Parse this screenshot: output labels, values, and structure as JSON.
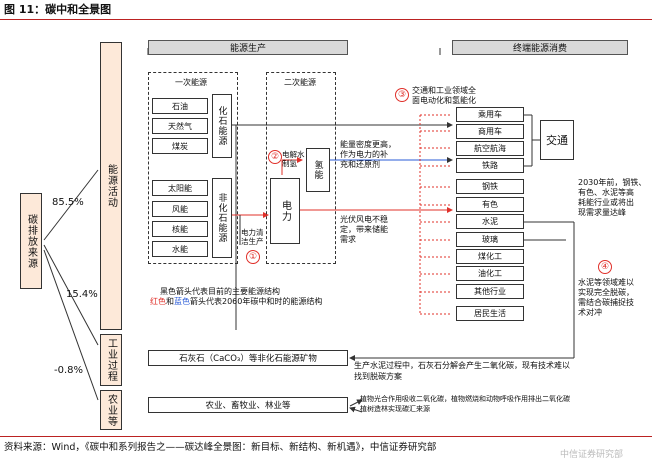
{
  "figure_title": "图 11：碳中和全景图",
  "source_note": "资料来源：Wind，《碳中和系列报告之——碳达峰全景图：新目标、新结构、新机遇》，中信证券研究部",
  "watermark": "中信证券研究部",
  "carbon_source": "碳排放来源",
  "categories": [
    {
      "label": "能源活动",
      "percent": "85.5%"
    },
    {
      "label": "工业过程",
      "percent": "15.4%"
    },
    {
      "label": "农业等",
      "percent": "-0.8%"
    }
  ],
  "headers": {
    "production": "能源生产",
    "consumption": "终端能源消费"
  },
  "primary_energy": {
    "title": "一次能源",
    "fossil_label": "化石能源",
    "fossil": [
      "石油",
      "天然气",
      "煤炭"
    ],
    "nonfossil_label": "非化石能源",
    "nonfossil": [
      "太阳能",
      "风能",
      "核能",
      "水能"
    ]
  },
  "secondary_energy": {
    "title": "二次能源",
    "hydrogen": "氢能",
    "electricity": "电力"
  },
  "notes": {
    "electrolysis": "电解水制氢",
    "clean_power": "电力清洁生产",
    "density": [
      "能量密度更高，",
      "作为电力的补",
      "充和还原剂"
    ],
    "pv_wind": [
      "光伏风电不稳",
      "定，带来储能",
      "需求"
    ],
    "electrify": [
      "交通和工业领域全",
      "面电动化和氢能化"
    ],
    "peak2030": [
      "2030年前，钢铁、",
      "有色、水泥等高",
      "耗能行业或将出",
      "现需求量达峰"
    ],
    "cement": [
      "水泥等领域难以",
      "实现完全脱碳，",
      "需结合碳捕捉技",
      "术对冲"
    ],
    "arrow_legend_black": "黑色箭头代表目前的主要能源结构",
    "arrow_legend_red": "红色",
    "arrow_legend_and": "和",
    "arrow_legend_blue": "蓝色",
    "arrow_legend_rest": "箭头代表2060年碳中和时的能源结构",
    "process": [
      "生产水泥过程中，石灰石分解会产生二氧化碳，现有技术难以",
      "找到脱碳方案"
    ],
    "agri": [
      "植物光合作用吸收二氧化碳，植物燃烧和动物呼吸作用排出二氧化碳",
      "植树造林实现碳汇来源"
    ]
  },
  "markers": [
    "①",
    "②",
    "③",
    "④"
  ],
  "transport": {
    "label": "交通",
    "items": [
      "乘用车",
      "商用车",
      "航空航海",
      "铁路"
    ]
  },
  "industry": [
    "钢铁",
    "有色",
    "水泥",
    "玻璃",
    "煤化工",
    "油化工",
    "其他行业",
    "居民生活"
  ],
  "limestone": "石灰石（CaCO₃）等非化石能源矿物",
  "agriculture": "农业、畜牧业、林业等"
}
